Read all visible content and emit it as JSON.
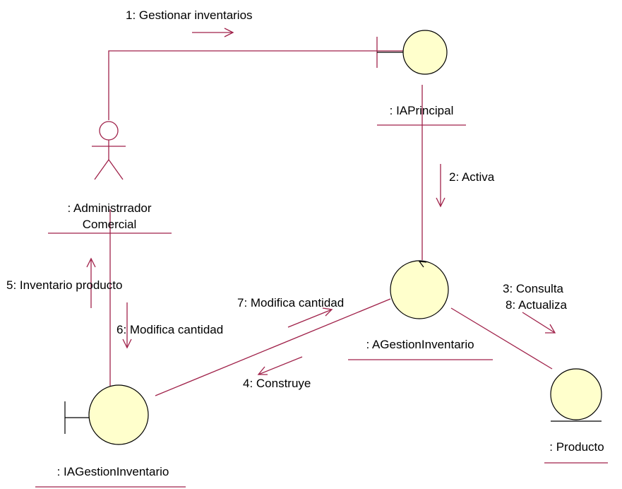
{
  "diagram": {
    "type": "UML collaboration diagram",
    "objects": {
      "admin_line1": ": Administrrador",
      "admin_line2": "Comercial",
      "iaprincipal": ": IAPrincipal",
      "agestion": ": AGestionInventario",
      "producto": ": Producto",
      "iagestion": ": IAGestionInventario"
    },
    "messages": {
      "m1": "1: Gestionar inventarios",
      "m2": "2: Activa",
      "m3": "3: Consulta",
      "m8": "8: Actualiza",
      "m4": "4: Construye",
      "m5": "5: Inventario producto",
      "m6": "6: Modifica cantidad",
      "m7": "7: Modifica cantidad"
    },
    "colors": {
      "link": "#a0224a",
      "object_fill": "#ffffcc",
      "object_stroke": "#000000"
    }
  }
}
